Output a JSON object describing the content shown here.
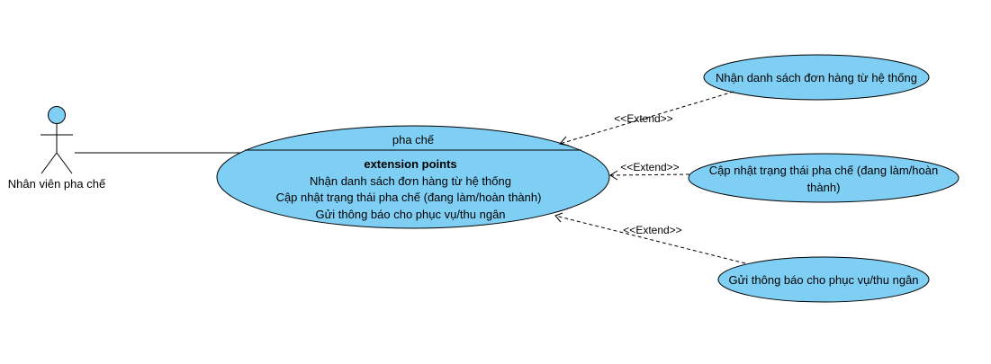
{
  "colors": {
    "fill": "#7fcff5",
    "stroke": "#000000",
    "background": "#ffffff"
  },
  "actor": {
    "name": "Nhân viên pha chế",
    "icon": "stick-figure-actor-icon"
  },
  "main_use_case": {
    "name": "pha chế",
    "extension_heading": "extension points",
    "extension_points": [
      "Nhận danh sách đơn hàng từ hệ thống",
      "Cập nhật trạng thái pha chế (đang làm/hoàn thành)",
      "Gửi thông báo cho phục vụ/thu ngân"
    ]
  },
  "extending_use_cases": [
    {
      "lines": [
        "Nhận danh sách đơn hàng từ hệ thống"
      ]
    },
    {
      "lines": [
        "Cập nhật trạng thái pha chế (đang làm/hoàn",
        "thành)"
      ]
    },
    {
      "lines": [
        "Gửi thông báo cho phục vụ/thu ngân"
      ]
    }
  ],
  "relations": [
    {
      "stereotype": "<<Extend>>"
    },
    {
      "stereotype": "<<Extend>>"
    },
    {
      "stereotype": "<<Extend>>"
    }
  ]
}
